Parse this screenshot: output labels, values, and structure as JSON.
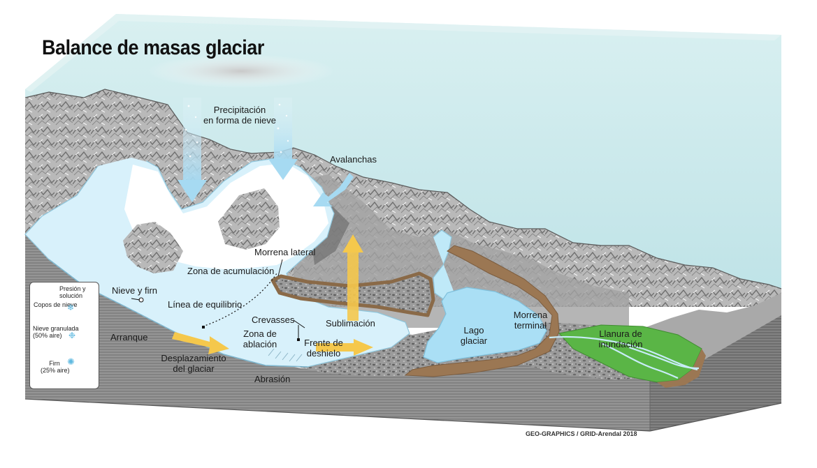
{
  "title": "Balance de masas  glaciar",
  "credit": "GEO-GRAPHICS / GRID-Arendal 2018",
  "labels": {
    "precipitation_1": "Precipitación",
    "precipitation_2": "en forma de nieve",
    "avalanches": "Avalanchas",
    "lateral_moraine": "Morrena lateral",
    "accumulation_zone": "Zona de acumulación",
    "snow_firn": "Nieve y firn",
    "equilibrium_line": "Línea de equilibrio",
    "crevasses": "Crevasses",
    "sublimation": "Sublimación",
    "ablation_zone_1": "Zona de",
    "ablation_zone_2": "ablación",
    "melt_front_1": "Frente de",
    "melt_front_2": "deshielo",
    "plucking": "Arranque",
    "glacier_flow_1": "Desplazamiento",
    "glacier_flow_2": "del glaciar",
    "abrasion": "Abrasión",
    "glacial_lake_1": "Lago",
    "glacial_lake_2": "glaciar",
    "terminal_moraine_1": "Morrena",
    "terminal_moraine_2": "terminal",
    "floodplain_1": "Llanura de",
    "floodplain_2": "inundación"
  },
  "legend": {
    "pressure_1": "Presión y",
    "pressure_2": "solución",
    "snowflakes": "Copos de nieve",
    "granular_1": "Nieve granulada",
    "granular_2": "(50% aire)",
    "firn_1": "Firn",
    "firn_2": "(25% aire)"
  },
  "colors": {
    "sky": "#cfe9ec",
    "glacier_ice": "#d7f0fa",
    "lake": "#a9def4",
    "moraine": "#9b7753",
    "floodplain": "#5ab546",
    "bedrock": "#8e8e8e",
    "arrow_yellow": "#f5c84c",
    "arrow_blue": "#a6daf2"
  }
}
